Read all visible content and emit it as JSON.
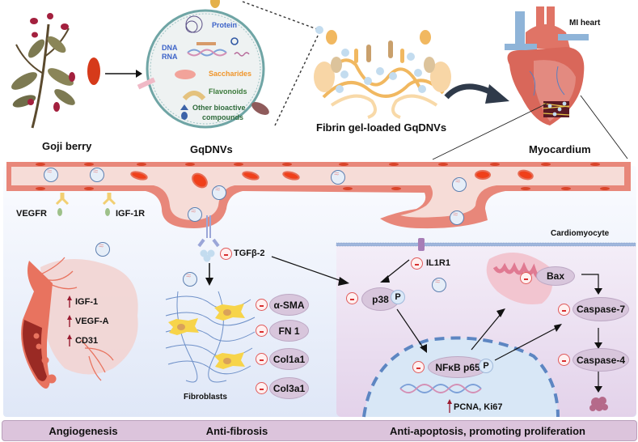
{
  "top": {
    "goji_label": "Goji berry",
    "gqdnvs_label": "GqDNVs",
    "fibrin_label": "Fibrin gel-loaded GqDNVs",
    "mi_heart_label": "MI heart",
    "myocardium_label": "Myocardium",
    "vesicle_contents": {
      "protein": "Protein",
      "dna": "DNA",
      "rna": "RNA",
      "saccharides": "Saccharides",
      "flavonoids": "Flavonoids",
      "other_line1": "Other bioactive",
      "other_line2": "compounds"
    }
  },
  "vessel": {
    "receptors": [
      "VEGFR",
      "IGF-1R"
    ],
    "cardiomyocyte_label": "Cardiomyocyte"
  },
  "angiogenesis_panel": {
    "markers": [
      "IGF-1",
      "VEGF-A",
      "CD31"
    ],
    "marker_direction": "up"
  },
  "fibrosis_panel": {
    "tgf_label": "TGFβ-2",
    "cell_label": "Fibroblasts",
    "markers": [
      "α-SMA",
      "FN 1",
      "Col1a1",
      "Col3a1"
    ]
  },
  "apoptosis_panel": {
    "il1r1": "IL1R1",
    "p38": "p38",
    "phospho": "P",
    "nfkb": "NFκB p65",
    "bax": "Bax",
    "caspase7": "Caspase-7",
    "caspase4": "Caspase-4",
    "proliferation": "PCNA, Ki67"
  },
  "bottom_bar": {
    "sections": [
      "Angiogenesis",
      "Anti-fibrosis",
      "Anti-apoptosis, promoting proliferation"
    ]
  },
  "colors": {
    "vessel": "#e8877a",
    "vessel_lumen": "#f6dcd7",
    "inhibit": "#e05a5a",
    "upregulate": "#9b1b30",
    "oval": "#d8c6dc",
    "bottom_bar": "#dcc4dc"
  }
}
